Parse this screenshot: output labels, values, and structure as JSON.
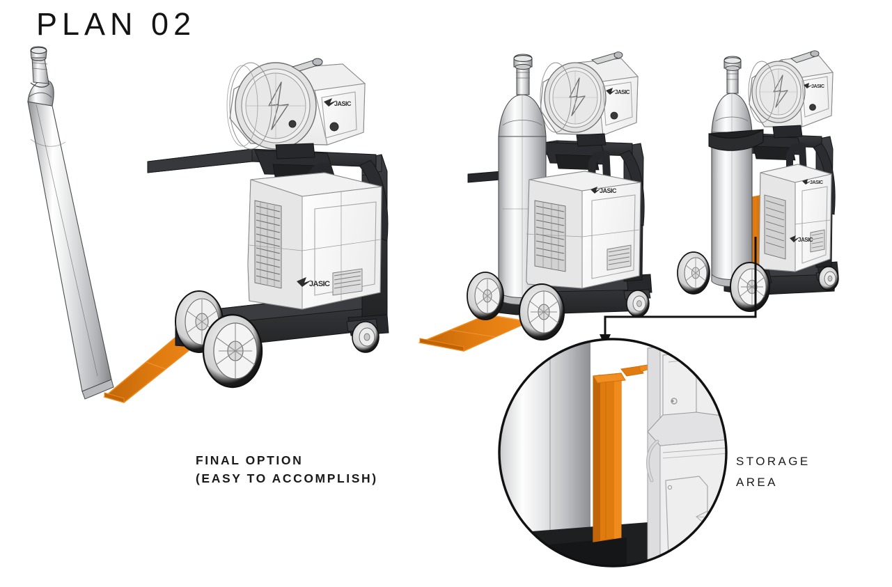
{
  "page": {
    "title": "PLAN 02",
    "background_color": "#ffffff",
    "text_color": "#1a1a1a"
  },
  "palette": {
    "accent_orange": "#E07B10",
    "orange_shadow": "#C06608",
    "orange_light": "#F08A1C",
    "frame_dark": "#2b2d30",
    "frame_darker": "#1b1d1f",
    "metal_light": "#fbfbfb",
    "metal_mid": "#d8d8d8",
    "metal_dark": "#9a9a9a",
    "wire_gray": "#6f6f6f",
    "line_black": "#111111"
  },
  "captions": {
    "final_option_line1": "FINAL OPTION",
    "final_option_line2": "(EASY TO ACCOMPLISH)",
    "storage_line1": "STORAGE",
    "storage_line2": "AREA"
  },
  "views": [
    {
      "id": "view-left",
      "name": "exploded-cart-with-loose-cylinder",
      "description": "Large three-quarter view of welding cart with wire feeder on top, power source below, orange loading ramp lowered and gas cylinder tilted onto it",
      "brand_label": "JASIC"
    },
    {
      "id": "view-middle",
      "name": "cart-with-cylinder-and-ramp",
      "description": "Cart with gas cylinder upright on platform and orange ramp extended flat to the ground",
      "brand_label": "JASIC"
    },
    {
      "id": "view-right",
      "name": "cart-with-strapped-cylinder",
      "description": "Cart with gas cylinder secured by black strap and orange vertical storage channel",
      "brand_label": "JASIC"
    }
  ],
  "detail_callout": {
    "name": "storage-area-detail",
    "shape": "circle",
    "leader": "elbow-arrow-down",
    "subject": "orange vertical storage channel between cylinder and power source"
  },
  "machine": {
    "brand": "JASIC",
    "parts": [
      "wire-feeder",
      "spool-window",
      "power-source",
      "vent-grille",
      "handle",
      "cart-frame",
      "rear-wheel",
      "front-caster",
      "gas-cylinder",
      "cylinder-strap",
      "orange-ramp",
      "orange-storage-channel"
    ]
  }
}
